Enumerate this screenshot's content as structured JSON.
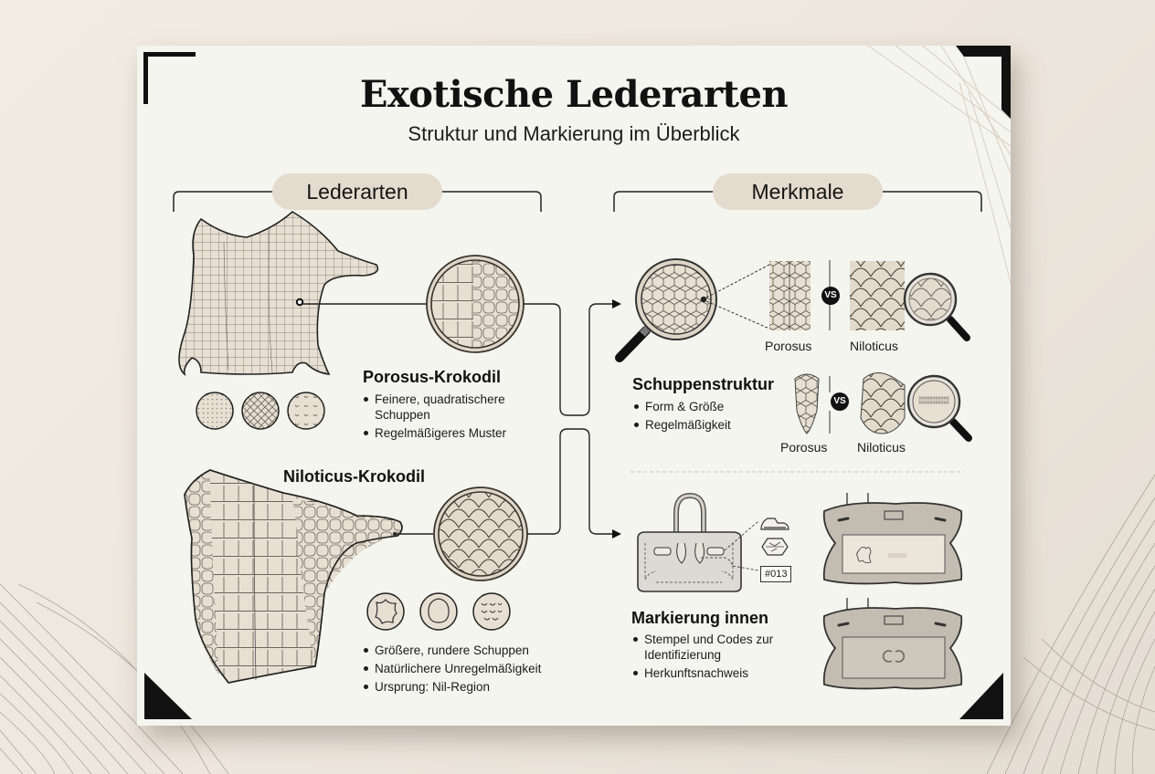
{
  "header": {
    "title": "Exotische Lederarten",
    "subtitle": "Struktur und Markierung im Überblick"
  },
  "sections": {
    "left": {
      "label": "Lederarten"
    },
    "right": {
      "label": "Merkmale"
    }
  },
  "leather_types": [
    {
      "name": "Porosus-Krokodil",
      "bullets": [
        "Feinere, quadratischere Schuppen",
        "Regelmäßigeres Muster"
      ]
    },
    {
      "name": "Niloticus-Krokodil",
      "bullets": [
        "Größere, rundere Schuppen",
        "Natürlichere Unregelmäßigkeit",
        "Ursprung: Nil-Region"
      ]
    }
  ],
  "features": {
    "comparison_top": {
      "left_caption": "Porosus",
      "vs": "VS",
      "right_caption": "Niloticus"
    },
    "scale_structure": {
      "title": "Schuppenstruktur",
      "bullets": [
        "Form & Größe",
        "Regelmäßigkeit"
      ],
      "left_caption": "Porosus",
      "vs": "VS",
      "right_caption": "Niloticus"
    },
    "interior_marking": {
      "title": "Markierung innen",
      "bullets": [
        "Stempel und Codes zur Identifizierung",
        "Herkunftsnachweis"
      ],
      "code_label": "#013"
    }
  },
  "colors": {
    "card": "#f5f5f0",
    "leather": "#e6dfd2",
    "pill": "#e3dbcd",
    "ink": "#111111",
    "bag": "#c9c3b7"
  }
}
